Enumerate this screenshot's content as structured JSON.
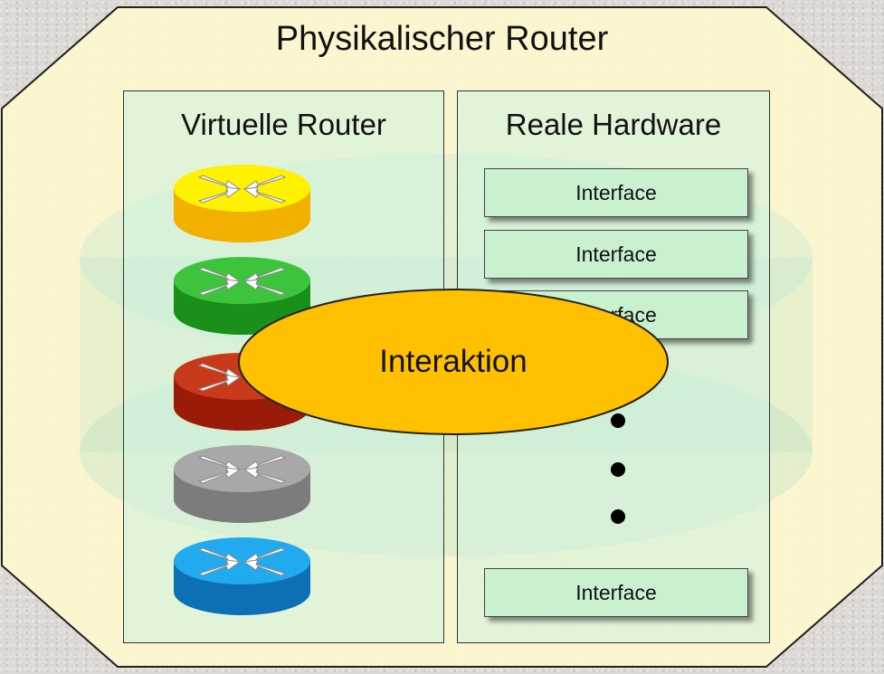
{
  "diagram": {
    "title": "Physikalischer Router",
    "left_panel": {
      "title": "Virtuelle Router",
      "routers": [
        {
          "name": "yellow-router",
          "top": "#fff200",
          "side": "#f2b000"
        },
        {
          "name": "green-router",
          "top": "#3cc53c",
          "side": "#1a8f1a"
        },
        {
          "name": "red-router",
          "top": "#c83a1a",
          "side": "#9a1c08"
        },
        {
          "name": "gray-router",
          "top": "#a8a8a8",
          "side": "#7c7c7c"
        },
        {
          "name": "blue-router",
          "top": "#22aaf0",
          "side": "#0d6fb4"
        }
      ]
    },
    "right_panel": {
      "title": "Reale Hardware",
      "interfaces": [
        "Interface",
        "Interface",
        "Interface",
        "Interface"
      ]
    },
    "interaction_label": "Interaktion",
    "colors": {
      "octagon_fill": "#fdf8cf",
      "panel_fill": "#cdf2e0",
      "interface_fill": "#c9f0cf",
      "ellipse_fill": "#ffc000"
    }
  }
}
